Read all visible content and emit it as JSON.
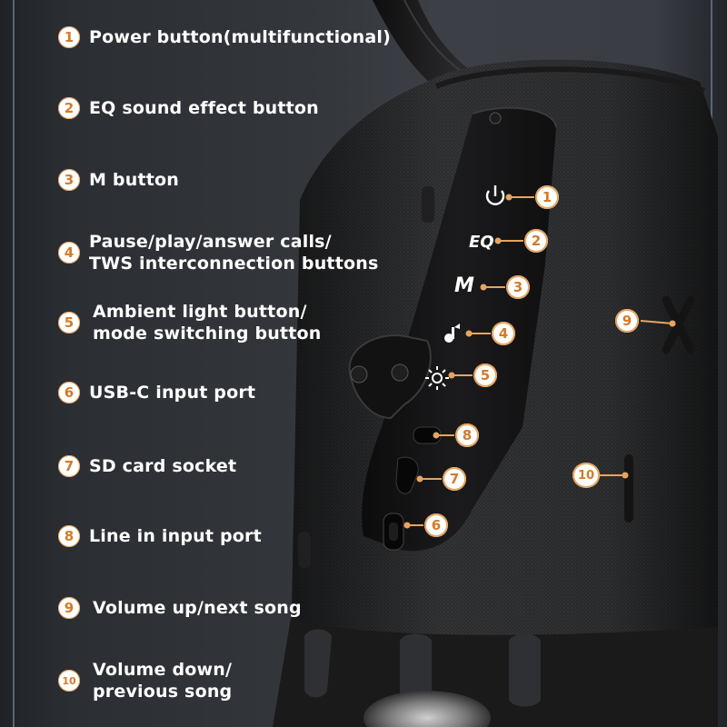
{
  "legend": [
    {
      "num": "1",
      "text": "Power button(multifunctional)"
    },
    {
      "num": "2",
      "text": "EQ sound effect button"
    },
    {
      "num": "3",
      "text": "M button"
    },
    {
      "num": "4",
      "line1": "Pause/play/answer calls/",
      "line2": "TWS interconnection buttons"
    },
    {
      "num": "5",
      "line1": "Ambient light button/",
      "line2": "mode switching button"
    },
    {
      "num": "6",
      "text": "USB-C input port"
    },
    {
      "num": "7",
      "text": "SD card socket"
    },
    {
      "num": "8",
      "text": "Line in input port"
    },
    {
      "num": "9",
      "text": "Volume up/next song"
    },
    {
      "num": "10",
      "line1": "Volume down/",
      "line2": "previous song"
    }
  ],
  "speaker": {
    "eq_label": "EQ",
    "m_label": "M",
    "callouts": [
      "1",
      "2",
      "3",
      "4",
      "5",
      "6",
      "7",
      "8",
      "9",
      "10"
    ]
  },
  "colors": {
    "accent": "#d47a2a",
    "background": "#34373c",
    "text": "#ffffff"
  }
}
